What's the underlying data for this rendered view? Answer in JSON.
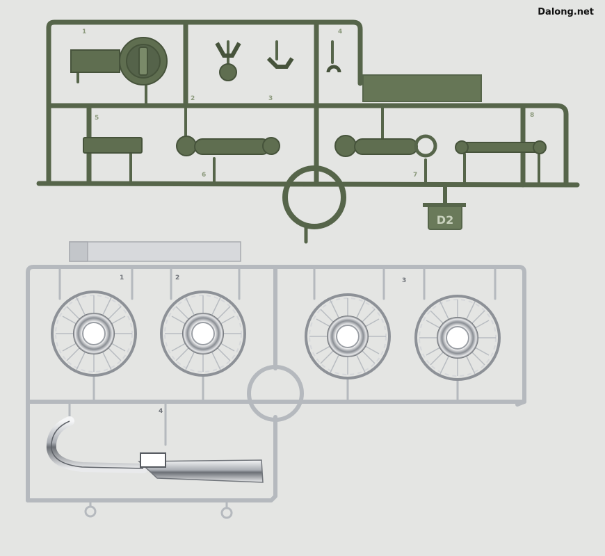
{
  "watermark": "Dalong.net",
  "green_sprue": {
    "code_label": "D2",
    "part_numbers": [
      "1",
      "2",
      "3",
      "4",
      "5",
      "6",
      "7",
      "8"
    ],
    "color": "#5c6b4c"
  },
  "chrome_sprue": {
    "part_numbers": [
      "1",
      "2",
      "3",
      "4"
    ],
    "color": "#c9ccd0"
  }
}
